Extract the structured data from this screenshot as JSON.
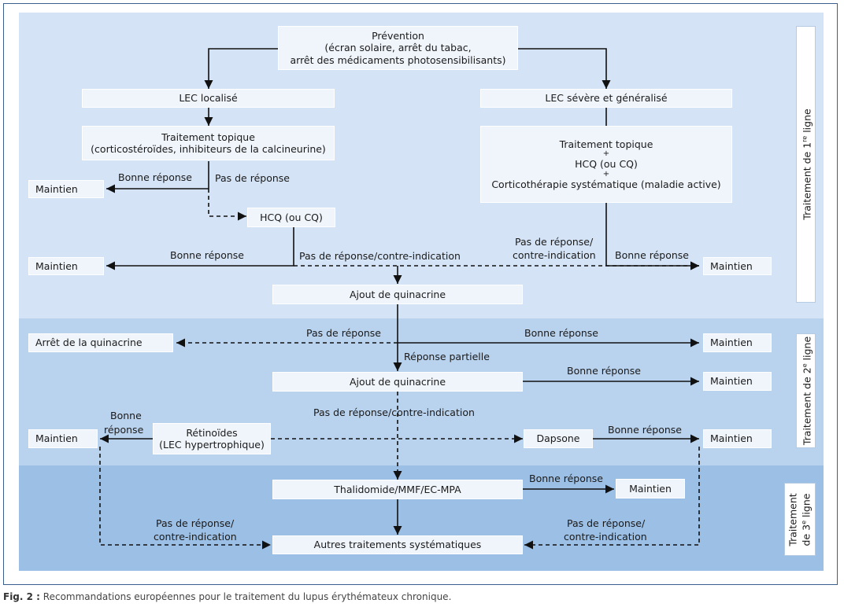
{
  "boxes": {
    "prevention_l1": "Prévention",
    "prevention_l2": "(écran solaire, arrêt du tabac,",
    "prevention_l3": "arrêt des médicaments photosensibilisants)",
    "lec_localise": "LEC localisé",
    "lec_severe": "LEC sévère et généralisé",
    "topique_l1": "Traitement topique",
    "topique_l2": "(corticostéroïdes, inhibiteurs de la calcineurine)",
    "severe_t1": "Traitement topique",
    "severe_p1": "+",
    "severe_t2": "HCQ (ou CQ)",
    "severe_p2": "+",
    "severe_t3": "Corticothérapie systématique (maladie active)",
    "hcq": "HCQ (ou CQ)",
    "ajout_quinacrine_1": "Ajout de quinacrine",
    "arret_quinacrine": "Arrêt de la quinacrine",
    "ajout_quinacrine_2": "Ajout de quinacrine",
    "retinoides_l1": "Rétinoïdes",
    "retinoides_l2": "(LEC hypertrophique)",
    "dapsone": "Dapsone",
    "thalidomide": "Thalidomide/MMF/EC-MPA",
    "autres": "Autres traitements systématiques",
    "maintien": "Maintien"
  },
  "labels": {
    "bonne_reponse": "Bonne réponse",
    "pas_de_reponse": "Pas de réponse",
    "pas_reponse_ci": "Pas de réponse/contre-indication",
    "pas_reponse_slash": "Pas de réponse/",
    "contre_indication": "contre-indication",
    "reponse_partielle": "Réponse partielle",
    "bonne": "Bonne",
    "reponse": "réponse"
  },
  "side": {
    "line1_pre": "Traitement de 1",
    "line1_sup": "re",
    "line1_post": " ligne",
    "line2_pre": "Traitement de 2",
    "line2_sup": "e",
    "line2_post": " ligne",
    "line3_a": "Traitement",
    "line3_pre": "de 3",
    "line3_sup": "e",
    "line3_post": " ligne"
  },
  "caption": {
    "fig": "Fig. 2 :",
    "text": "Recommandations européennes pour le traitement du lupus érythémateux chronique."
  },
  "colors": {
    "band_1": "#d4e4f6",
    "band_2": "#b9d2ee",
    "band_3": "#9bbfe5",
    "box_fill": "#f0f5fc",
    "frame": "#3a5f8f",
    "arrow": "#111111"
  }
}
